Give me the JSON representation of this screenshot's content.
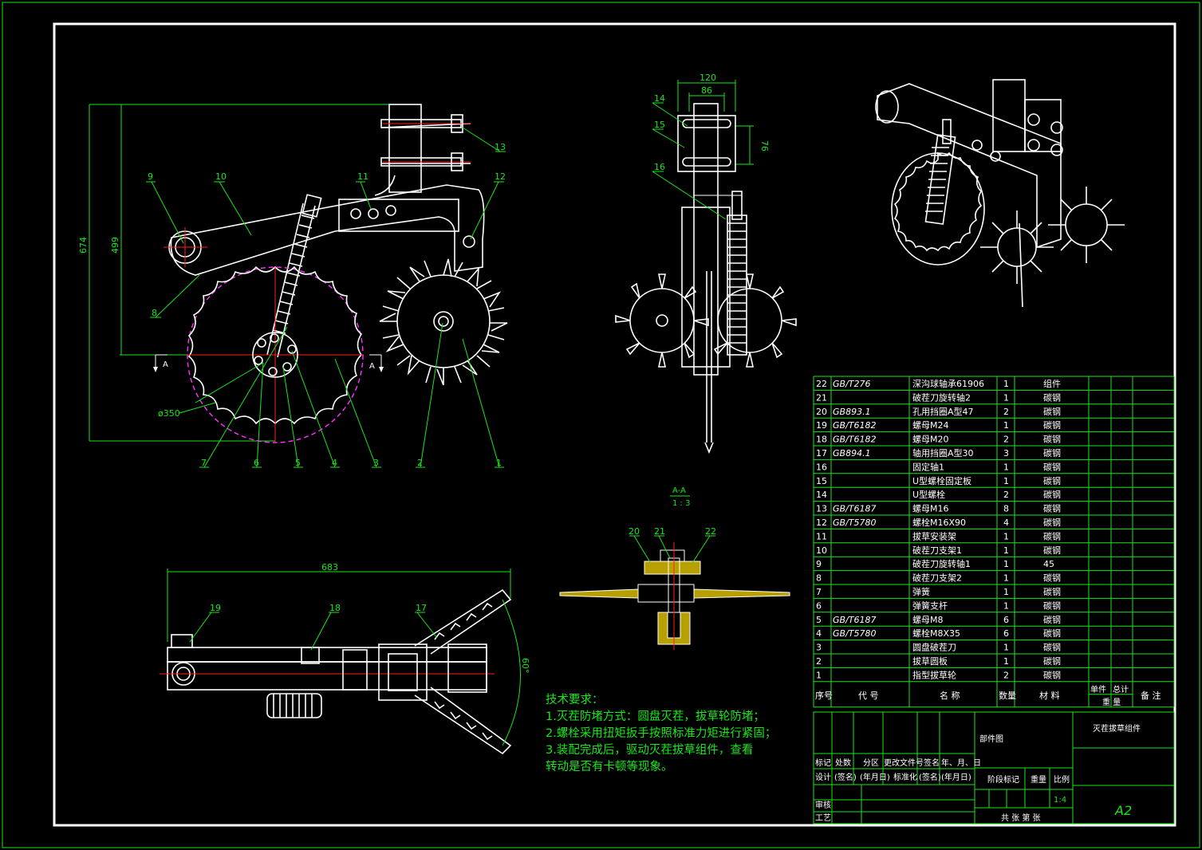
{
  "drawing": {
    "dimensions": {
      "front_height_overall": "674",
      "front_height_inner": "499",
      "disc_diameter": "ø350",
      "side_width_outer": "120",
      "side_width_inner": "86",
      "side_height": "76",
      "top_width": "683",
      "top_angle": "60°",
      "section_marker_left": "A",
      "section_marker_right": "A"
    },
    "section_view": {
      "title": "A-A",
      "scale": "1 : 3"
    },
    "balloons_front": [
      "9",
      "10",
      "11",
      "13",
      "12",
      "8",
      "7",
      "6",
      "5",
      "4",
      "3",
      "2",
      "1"
    ],
    "balloons_side": [
      "14",
      "15",
      "16"
    ],
    "balloons_top": [
      "19",
      "18",
      "17"
    ],
    "balloons_section": [
      "20",
      "21",
      "22"
    ]
  },
  "tech_requirements": {
    "heading": "技术要求：",
    "lines": [
      "1.灭茬防堵方式：圆盘灭茬，拔草轮防堵；",
      "2.螺栓采用扭矩扳手按照标准力矩进行紧固；",
      "3.装配完成后，驱动灭茬拔草组件，查看",
      "转动是否有卡顿等现象。"
    ]
  },
  "bom": {
    "rows": [
      {
        "no": "22",
        "code": "GB/T276",
        "name": "深沟球轴承61906",
        "qty": "1",
        "material": "组件"
      },
      {
        "no": "21",
        "code": "",
        "name": "破茬刀旋转轴2",
        "qty": "1",
        "material": "碳钢"
      },
      {
        "no": "20",
        "code": "GB893.1",
        "name": "孔用挡圈A型47",
        "qty": "2",
        "material": "碳钢"
      },
      {
        "no": "19",
        "code": "GB/T6182",
        "name": "螺母M24",
        "qty": "1",
        "material": "碳钢"
      },
      {
        "no": "18",
        "code": "GB/T6182",
        "name": "螺母M20",
        "qty": "2",
        "material": "碳钢"
      },
      {
        "no": "17",
        "code": "GB894.1",
        "name": "轴用挡圈A型30",
        "qty": "3",
        "material": "碳钢"
      },
      {
        "no": "16",
        "code": "",
        "name": "固定轴1",
        "qty": "1",
        "material": "碳钢"
      },
      {
        "no": "15",
        "code": "",
        "name": "U型螺栓固定板",
        "qty": "1",
        "material": "碳钢"
      },
      {
        "no": "14",
        "code": "",
        "name": "U型螺栓",
        "qty": "2",
        "material": "碳钢"
      },
      {
        "no": "13",
        "code": "GB/T6187",
        "name": "螺母M16",
        "qty": "8",
        "material": "碳钢"
      },
      {
        "no": "12",
        "code": "GB/T5780",
        "name": "螺栓M16X90",
        "qty": "4",
        "material": "碳钢"
      },
      {
        "no": "11",
        "code": "",
        "name": "拔草安装架",
        "qty": "1",
        "material": "碳钢"
      },
      {
        "no": "10",
        "code": "",
        "name": "破茬刀支架1",
        "qty": "1",
        "material": "碳钢"
      },
      {
        "no": "9",
        "code": "",
        "name": "破茬刀旋转轴1",
        "qty": "1",
        "material": "45"
      },
      {
        "no": "8",
        "code": "",
        "name": "破茬刀支架2",
        "qty": "1",
        "material": "碳钢"
      },
      {
        "no": "7",
        "code": "",
        "name": "弹簧",
        "qty": "1",
        "material": "碳钢"
      },
      {
        "no": "6",
        "code": "",
        "name": "弹簧支杆",
        "qty": "1",
        "material": "碳钢"
      },
      {
        "no": "5",
        "code": "GB/T6187",
        "name": "螺母M8",
        "qty": "6",
        "material": "碳钢"
      },
      {
        "no": "4",
        "code": "GB/T5780",
        "name": "螺栓M8X35",
        "qty": "6",
        "material": "碳钢"
      },
      {
        "no": "3",
        "code": "",
        "name": "圆盘破茬刀",
        "qty": "1",
        "material": "碳钢"
      },
      {
        "no": "2",
        "code": "",
        "name": "拔草圆板",
        "qty": "1",
        "material": "碳钢"
      },
      {
        "no": "1",
        "code": "",
        "name": "指型拔草轮",
        "qty": "2",
        "material": "碳钢"
      }
    ],
    "header": {
      "no": "序号",
      "code": "代  号",
      "name": "名  称",
      "qty": "数量",
      "material": "材  料",
      "single": "单件",
      "total": "总计",
      "weight": "重  量",
      "remark": "备  注"
    }
  },
  "title_block": {
    "drawing_type": "部件图",
    "title": "灭茬拔草组件",
    "row_labels": [
      "标记",
      "处数",
      "分区",
      "更改文件号",
      "签名",
      "年、月、日"
    ],
    "designer": "设计",
    "sig1": "(签名)",
    "date1": "(年月日)",
    "standard": "标准化",
    "sig2": "(签名)",
    "date2": "(年月日)",
    "stage": "阶段标记",
    "weight": "重量",
    "scale": "比例",
    "scale_value": "1:4",
    "review": "审核",
    "process": "工艺",
    "sheets": "共  张  第  张",
    "size": "A2"
  },
  "colors": {
    "frame": "#ffffff",
    "lines": "#18e61b",
    "part": "#ffffff",
    "center": "#ff2020",
    "hidden": "#ff33ff",
    "hatch": "#ffe000"
  }
}
